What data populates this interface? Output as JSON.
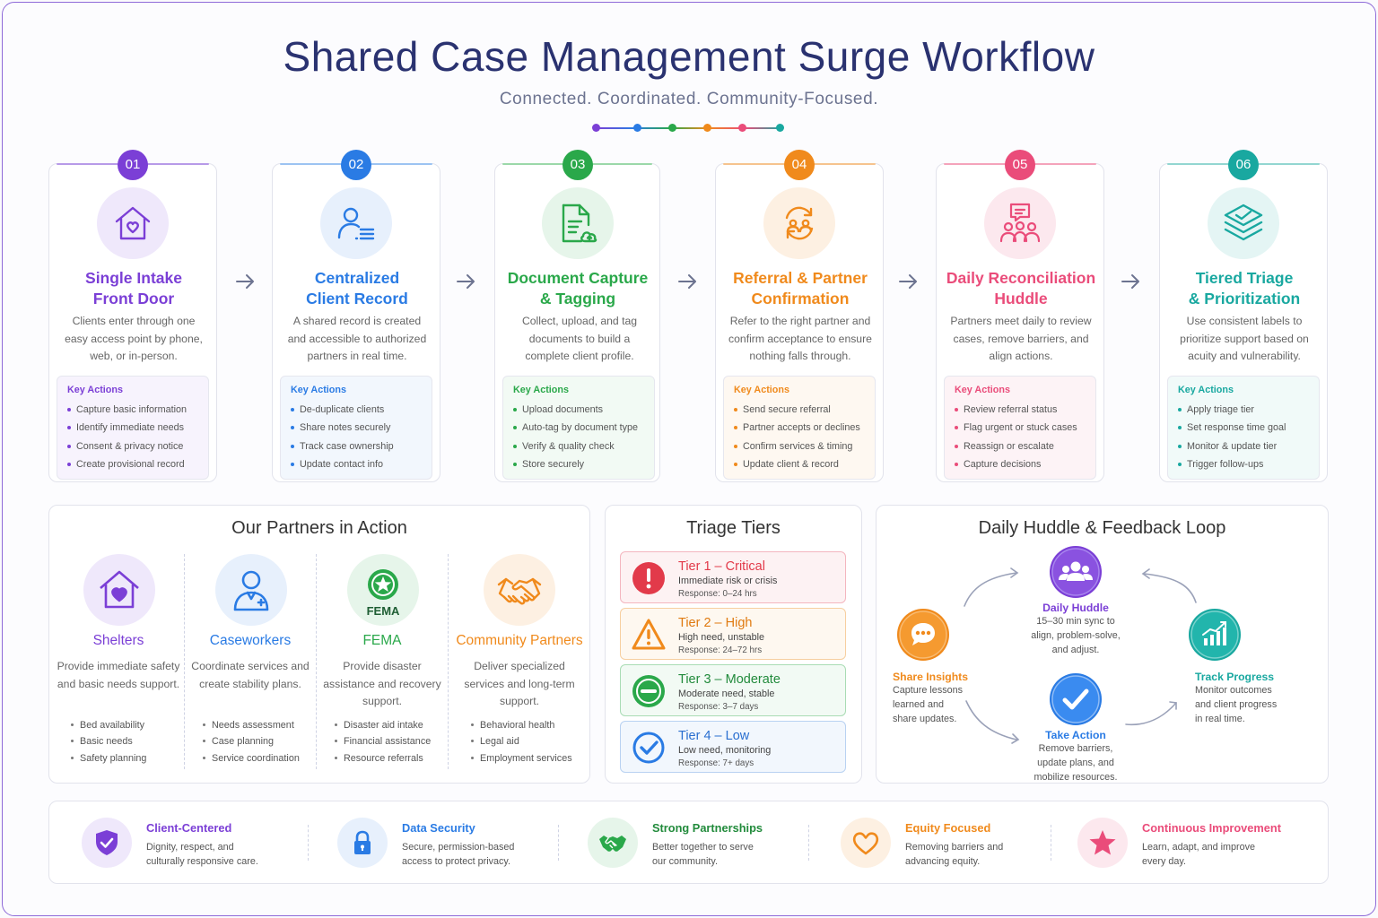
{
  "header": {
    "title": "Shared Case Management Surge Workflow",
    "subtitle": "Connected. Coordinated. Community-Focused."
  },
  "colors": {
    "purple": "#7b3fd6",
    "blue": "#2a7be4",
    "green": "#2aa84a",
    "orange": "#f08a1c",
    "pink": "#ea4c7a",
    "teal": "#19a8a0",
    "red": "#e23a4a"
  },
  "steps": [
    {
      "number": "01",
      "title_line1": "Single Intake",
      "title_line2": "Front Door",
      "desc": "Clients enter through one easy access point by phone, web, or in-person.",
      "icon": "house-heart-icon",
      "actions_label": "Key Actions",
      "actions": [
        "Capture basic information",
        "Identify immediate needs",
        "Consent & privacy notice",
        "Create provisional record"
      ]
    },
    {
      "number": "02",
      "title_line1": "Centralized",
      "title_line2": "Client Record",
      "desc": "A shared record is created and accessible to authorized partners in real time.",
      "icon": "person-list-icon",
      "actions_label": "Key Actions",
      "actions": [
        "De-duplicate clients",
        "Share notes securely",
        "Track case ownership",
        "Update contact info"
      ]
    },
    {
      "number": "03",
      "title_line1": "Document Capture",
      "title_line2": "& Tagging",
      "desc": "Collect, upload, and tag documents to build a complete client profile.",
      "icon": "document-upload-icon",
      "actions_label": "Key Actions",
      "actions": [
        "Upload documents",
        "Auto-tag by document type",
        "Verify & quality check",
        "Store securely"
      ]
    },
    {
      "number": "04",
      "title_line1": "Referral & Partner",
      "title_line2": "Confirmation",
      "desc": "Refer to the right partner and confirm acceptance to ensure nothing falls through.",
      "icon": "referral-exchange-icon",
      "actions_label": "Key Actions",
      "actions": [
        "Send secure referral",
        "Partner accepts or declines",
        "Confirm services & timing",
        "Update client & record"
      ]
    },
    {
      "number": "05",
      "title_line1": "Daily Reconciliation",
      "title_line2": "Huddle",
      "desc": "Partners meet daily to review cases, remove barriers, and align actions.",
      "icon": "group-chat-icon",
      "actions_label": "Key Actions",
      "actions": [
        "Review referral status",
        "Flag urgent or stuck cases",
        "Reassign or escalate",
        "Capture decisions"
      ]
    },
    {
      "number": "06",
      "title_line1": "Tiered Triage",
      "title_line2": "& Prioritization",
      "desc": "Use consistent labels to prioritize support based on acuity and vulnerability.",
      "icon": "layers-check-icon",
      "actions_label": "Key Actions",
      "actions": [
        "Apply triage tier",
        "Set response time goal",
        "Monitor & update tier",
        "Trigger follow-ups"
      ]
    }
  ],
  "partners": {
    "title": "Our Partners in Action",
    "items": [
      {
        "name": "Shelters",
        "icon": "house-heart-icon",
        "desc": "Provide immediate safety and basic needs support.",
        "bullets": [
          "Bed availability",
          "Basic needs",
          "Safety planning"
        ]
      },
      {
        "name": "Caseworkers",
        "icon": "caseworker-icon",
        "desc": "Coordinate services and create stability plans.",
        "bullets": [
          "Needs assessment",
          "Case planning",
          "Service coordination"
        ]
      },
      {
        "name": "FEMA",
        "icon": "fema-star-icon",
        "badge": "FEMA",
        "desc": "Provide disaster assistance and recovery support.",
        "bullets": [
          "Disaster aid intake",
          "Financial assistance",
          "Resource referrals"
        ]
      },
      {
        "name": "Community Partners",
        "icon": "handshake-icon",
        "desc": "Deliver specialized services and long-term support.",
        "bullets": [
          "Behavioral health",
          "Legal aid",
          "Employment services"
        ]
      }
    ]
  },
  "triage": {
    "title": "Triage Tiers",
    "tiers": [
      {
        "name": "Tier 1 – Critical",
        "desc": "Immediate risk or crisis",
        "response": "Response: 0–24 hrs",
        "icon": "exclamation-icon"
      },
      {
        "name": "Tier 2 – High",
        "desc": "High need, unstable",
        "response": "Response: 24–72 hrs",
        "icon": "warning-triangle-icon"
      },
      {
        "name": "Tier 3 – Moderate",
        "desc": "Moderate need, stable",
        "response": "Response: 3–7 days",
        "icon": "minus-circle-icon"
      },
      {
        "name": "Tier 4 – Low",
        "desc": "Low need, monitoring",
        "response": "Response: 7+ days",
        "icon": "check-circle-icon"
      }
    ]
  },
  "loop": {
    "title": "Daily Huddle & Feedback Loop",
    "huddle": {
      "name": "Daily Huddle",
      "desc_line1": "15–30 min sync to",
      "desc_line2": "align, problem-solve,",
      "desc_line3": "and adjust."
    },
    "insights": {
      "name": "Share Insights",
      "desc_line1": "Capture lessons",
      "desc_line2": "learned and",
      "desc_line3": "share updates."
    },
    "progress": {
      "name": "Track Progress",
      "desc_line1": "Monitor outcomes",
      "desc_line2": "and client progress",
      "desc_line3": "in real time."
    },
    "action": {
      "name": "Take Action",
      "desc_line1": "Remove barriers,",
      "desc_line2": "update plans, and",
      "desc_line3": "mobilize resources."
    }
  },
  "values": [
    {
      "name": "Client-Centered",
      "desc": "Dignity, respect, and culturally responsive care.",
      "icon": "shield-check-icon"
    },
    {
      "name": "Data Security",
      "desc": "Secure, permission-based access to protect privacy.",
      "icon": "lock-icon"
    },
    {
      "name": "Strong Partnerships",
      "desc": "Better together to serve our community.",
      "icon": "handshake-icon"
    },
    {
      "name": "Equity Focused",
      "desc": "Removing barriers and advancing equity.",
      "icon": "heart-icon"
    },
    {
      "name": "Continuous Improvement",
      "desc": "Learn, adapt, and improve every day.",
      "icon": "star-icon"
    }
  ]
}
